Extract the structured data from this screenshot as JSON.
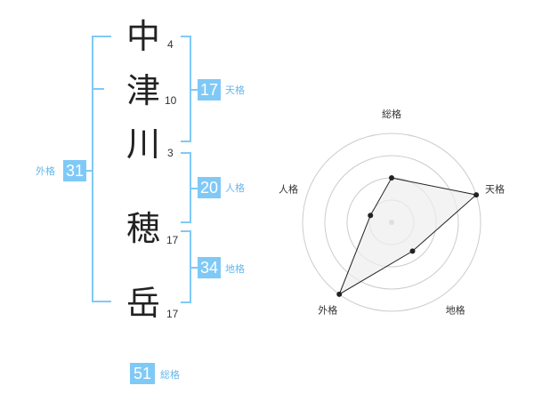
{
  "name": {
    "chars": [
      {
        "char": "中",
        "strokes": "4"
      },
      {
        "char": "津",
        "strokes": "10"
      },
      {
        "char": "川",
        "strokes": "3"
      },
      {
        "char": "穂",
        "strokes": "17"
      },
      {
        "char": "岳",
        "strokes": "17"
      }
    ]
  },
  "fortune": {
    "tenkaku": {
      "value": "17",
      "label": "天格"
    },
    "jinkaku": {
      "value": "20",
      "label": "人格"
    },
    "chikaku": {
      "value": "34",
      "label": "地格"
    },
    "gaikaku": {
      "value": "31",
      "label": "外格"
    },
    "soukaku": {
      "value": "51",
      "label": "総格"
    }
  },
  "chart_data": {
    "type": "radar",
    "axes": [
      "総格",
      "天格",
      "地格",
      "外格",
      "人格"
    ],
    "rings": 4,
    "values": [
      2,
      4,
      1.6,
      4,
      1
    ],
    "max": 4,
    "colors": {
      "fill": "#eeeeee",
      "stroke": "#222222",
      "grid": "#cccccc",
      "center": "#bbbbbb"
    }
  }
}
